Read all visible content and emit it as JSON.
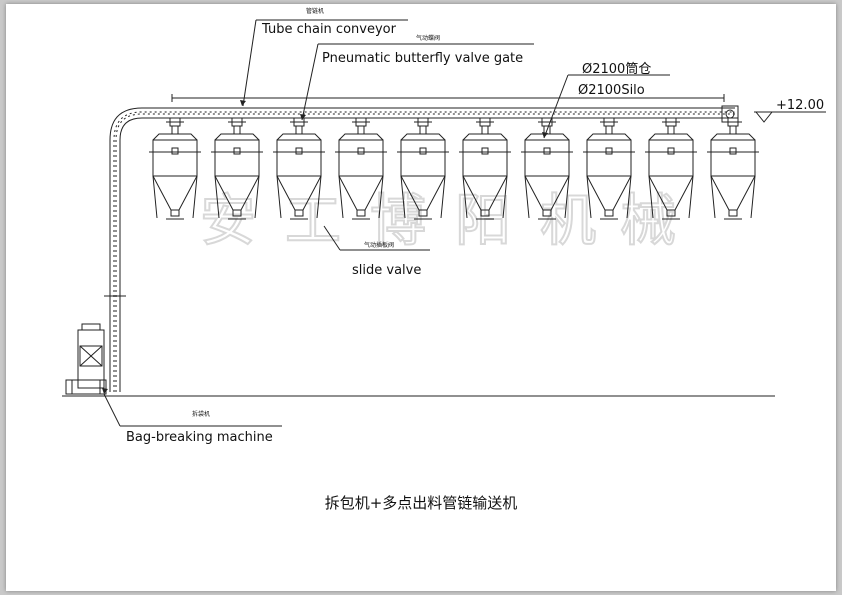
{
  "labels": {
    "tube_conveyor_cn": "管链机",
    "tube_conveyor_en": "Tube chain conveyor",
    "valve_cn": "气动蝶阀",
    "valve_en": "Pneumatic butterfly valve gate",
    "silo_cn": "Ø2100筒仓",
    "silo_en": "Ø2100Silo",
    "elevation": "+12.00",
    "slide_valve_cn": "气动插板阀",
    "slide_valve_en": "slide valve",
    "bag_breaker_cn": "拆袋机",
    "bag_breaker_en": "Bag-breaking machine"
  },
  "watermark": [
    "安",
    "工",
    "博",
    "阳",
    "机",
    "械"
  ],
  "silo_count": 10,
  "caption": "拆包机+多点出料管链输送机",
  "colors": {
    "line": "#222222",
    "background": "#ffffff",
    "frame": "#c9c9c9",
    "watermark": "#d8d8d8"
  }
}
